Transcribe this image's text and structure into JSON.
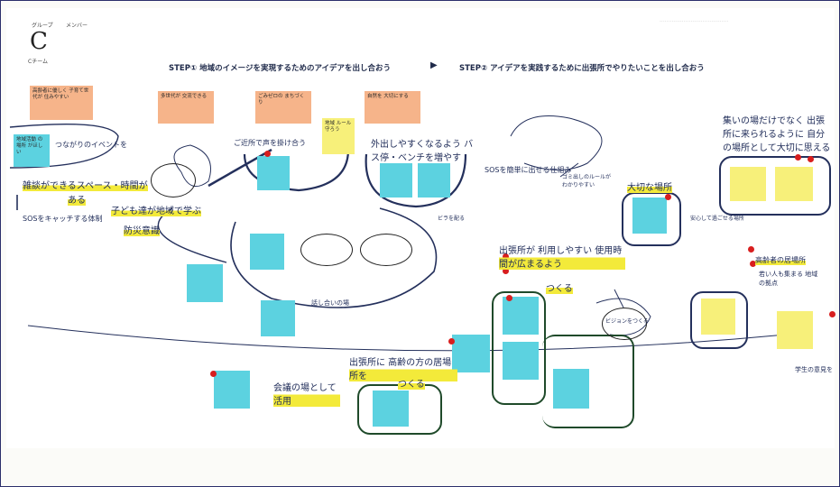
{
  "header": {
    "group_label": "グループ",
    "member_label": "メンバー",
    "team_letter": "C",
    "team_sub": "Cチーム",
    "step1": "STEP① 地域のイメージを実現するためのアイデアを出し合おう",
    "step2": "STEP② アイデアを実践するために出張所でやりたいことを出し合おう",
    "top_right_faint": "........................................"
  },
  "notes": {
    "orange": [
      {
        "text": "高齢者に優しく 子育て世代が 住みやすい"
      },
      {
        "text": "多世代が 交流できる"
      },
      {
        "text": "ごみゼロの まちづくり"
      },
      {
        "text": "自然を 大切にする"
      }
    ],
    "yellow_top": {
      "text": "地域 ルール 守ろう"
    },
    "blue_left": {
      "text": "地域活動 の場所 がほしい"
    }
  },
  "handwriting": {
    "h1": "つながりのイベントを",
    "h2": "雑談ができるスペース・時間が",
    "h3": "ある",
    "h4": "SOSをキャッチする体制",
    "h5": "子ども達が地域で学ぶ",
    "h6": "防災意識",
    "h7": "ご近所で声を掛け合う",
    "h8": "外出しやすくなるよう バス停・ベンチを増やす",
    "h9": "SOSを簡単に出せる仕組み",
    "h10": "ゴミ出しのルールが わかりやすい",
    "h11": "ビラを配る",
    "h12": "出張所が 利用しやすい 使用時間が広まるよう",
    "h13": "つくる",
    "h14": "出張所に 高齢の方の居場所を",
    "h15": "つくる",
    "h16": "会議の場として 活用",
    "h17": "話し合いの場",
    "h18": "大切な場所",
    "h19": "安心して過ごせる場所",
    "h20": "集いの場だけでなく 出張所に来られるように 自分の場所として大切に思える",
    "h21": "高齢者の居場所",
    "h22": "若い人も集まる 地域の拠点",
    "h23": "学生の意見を",
    "h24": "ビジョンをつくる"
  }
}
